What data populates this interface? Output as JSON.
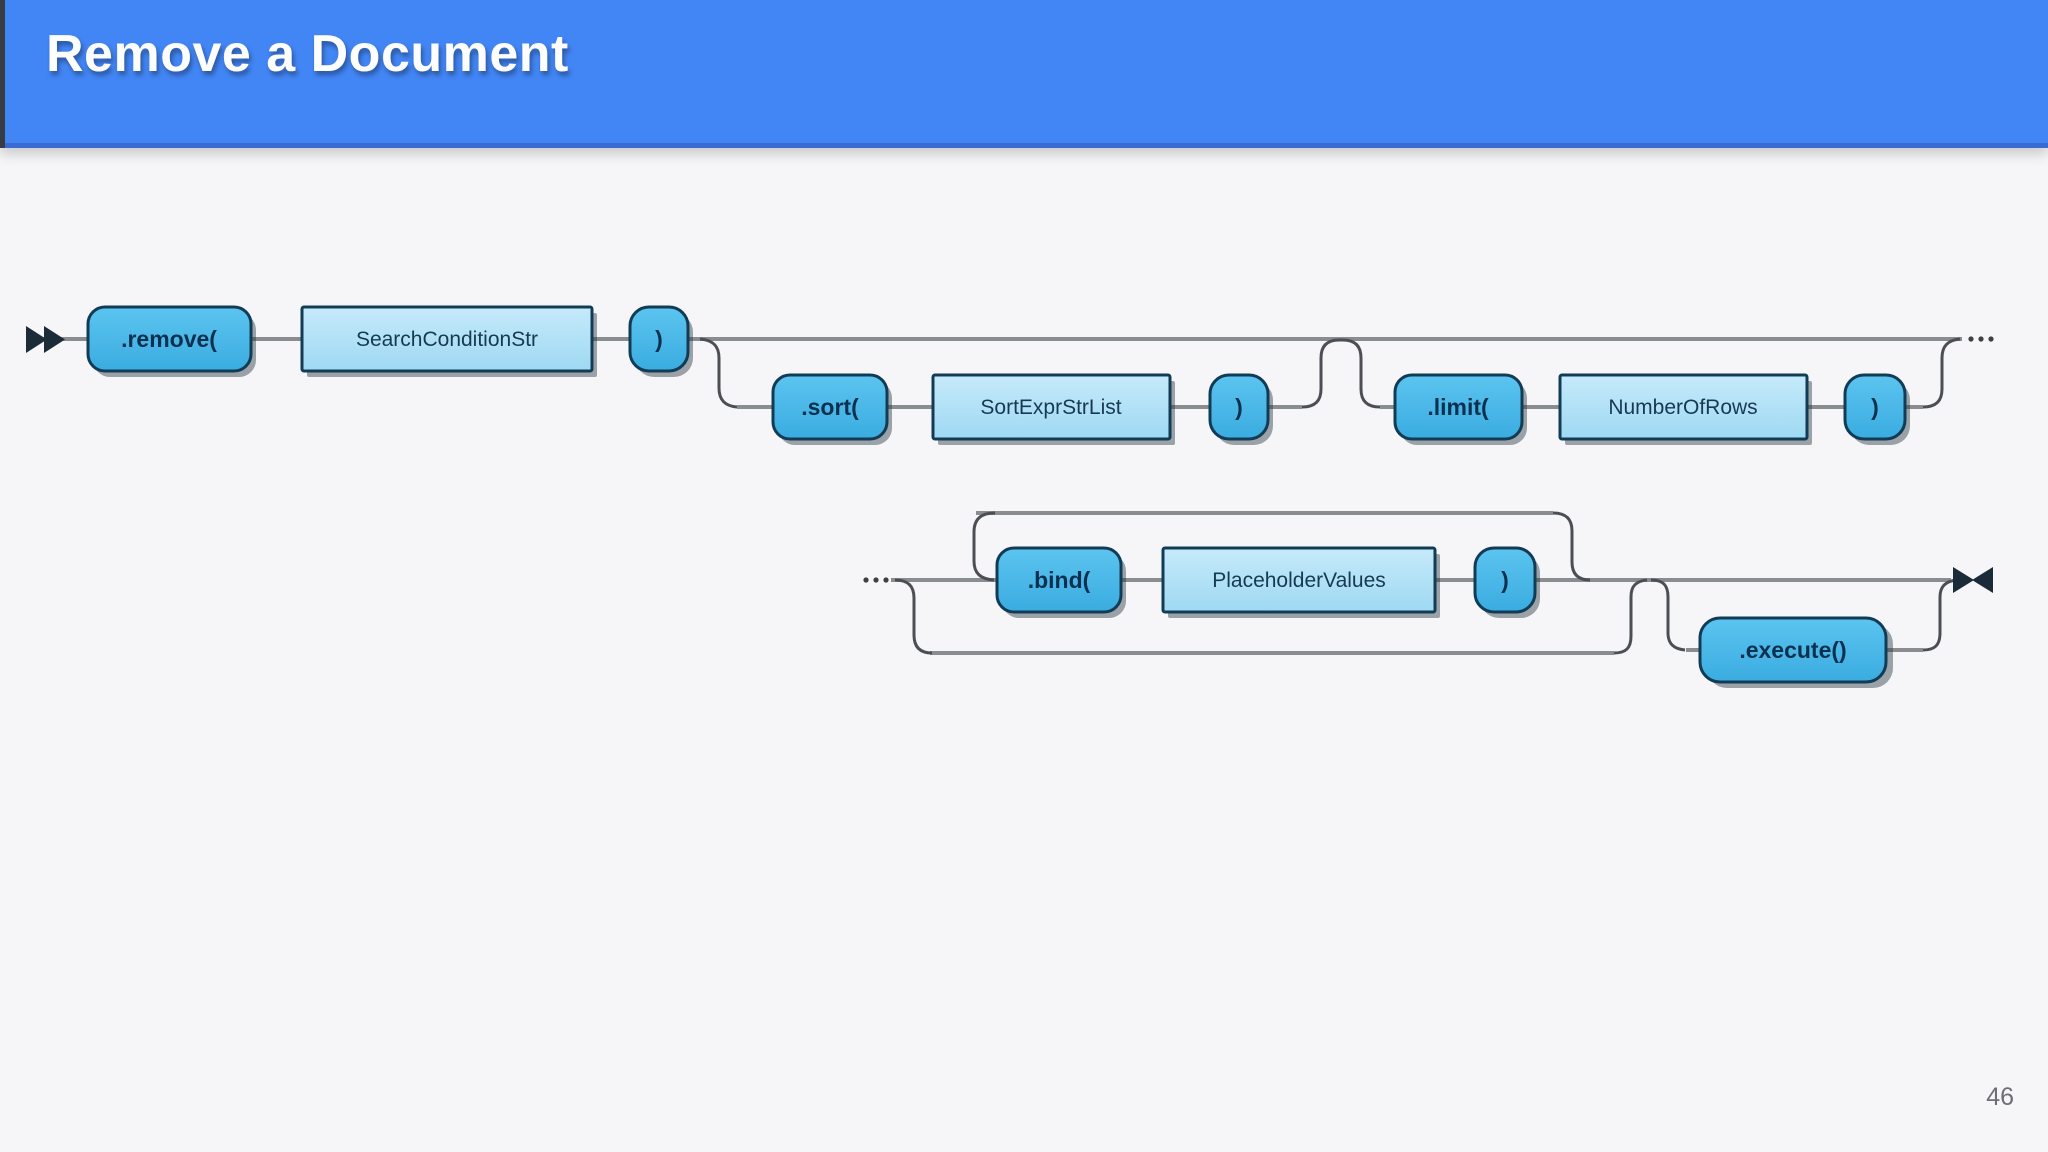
{
  "header": {
    "title": "Remove a Document"
  },
  "footer": {
    "page_number": "46"
  },
  "symbols": {
    "start": "double-right-arrow",
    "end": "bowtie-arrow",
    "continuation": "···"
  },
  "colors": {
    "header_bg": "#4285f4",
    "header_border": "#3a6bd0",
    "page_bg": "#f6f6f8",
    "terminal_fill": "#45b6e8",
    "nonterminal_fill": "#aadcf5",
    "box_border": "#123c55",
    "rail_line": "#8a8d90",
    "corner_line": "#4b4f54",
    "keyword_text": "#0b3050",
    "nonterminal_text": "#173a52",
    "page_number_text": "#6e6e73"
  },
  "diagram": {
    "row1": {
      "main_nodes": [
        {
          "type": "terminal",
          "label": ".remove("
        },
        {
          "type": "nonterminal",
          "label": "SearchConditionStr"
        },
        {
          "type": "terminal",
          "label": ")"
        }
      ],
      "continuation_out": "···",
      "sort_group": [
        {
          "type": "terminal",
          "label": ".sort("
        },
        {
          "type": "nonterminal",
          "label": "SortExprStrList"
        },
        {
          "type": "terminal",
          "label": ")"
        }
      ],
      "limit_group": [
        {
          "type": "terminal",
          "label": ".limit("
        },
        {
          "type": "nonterminal",
          "label": "NumberOfRows"
        },
        {
          "type": "terminal",
          "label": ")"
        }
      ]
    },
    "row2": {
      "continuation_in": "···",
      "bind_group": [
        {
          "type": "terminal",
          "label": ".bind("
        },
        {
          "type": "nonterminal",
          "label": "PlaceholderValues"
        },
        {
          "type": "terminal",
          "label": ")"
        }
      ],
      "execute_group": [
        {
          "type": "terminal",
          "label": ".execute()"
        }
      ]
    }
  }
}
